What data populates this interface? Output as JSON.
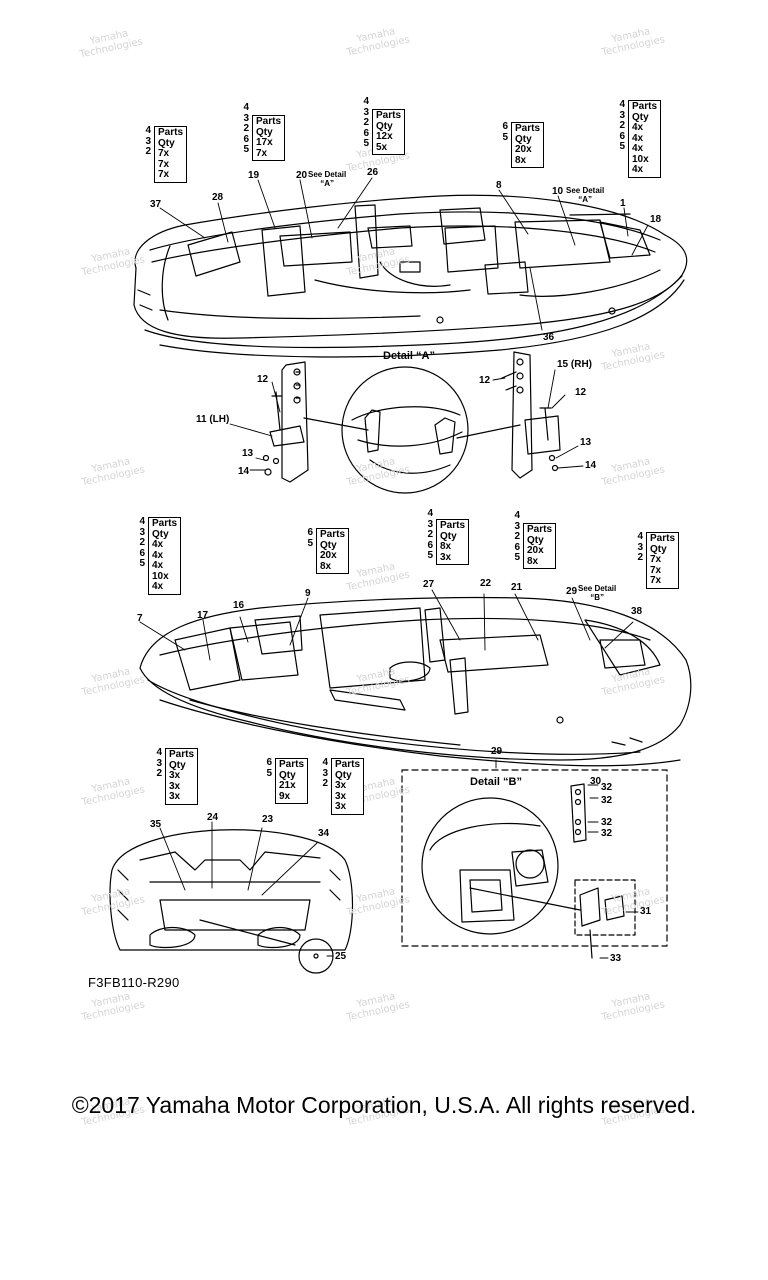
{
  "watermark": {
    "line1": "Yamaha",
    "line2": "Technologies"
  },
  "figure_code": "F3FB110-R290",
  "copyright": "©2017 Yamaha Motor Corporation, U.S.A. All rights reserved.",
  "detail_titles": {
    "a": "Detail “A”",
    "b": "Detail “B”"
  },
  "see_detail": {
    "a1": "See Detail\n“A”",
    "a2": "See Detail\n“A”",
    "b": "See Detail\n“B”"
  },
  "tables": [
    {
      "nums": [
        "",
        "",
        "4",
        "3",
        "2"
      ],
      "rows": [
        "Parts",
        "Qty",
        "7x",
        "7x",
        "7x"
      ]
    },
    {
      "nums": [
        "4",
        "3",
        "2",
        "6",
        "5"
      ],
      "rows": [
        "Parts",
        "Qty",
        "17x",
        "7x"
      ]
    },
    {
      "nums": [
        "4",
        "3",
        "2",
        "6",
        "5"
      ],
      "rows": [
        "Parts",
        "Qty",
        "12x",
        "5x"
      ]
    },
    {
      "nums": [
        "",
        "",
        "6",
        "5"
      ],
      "rows": [
        "Parts",
        "Qty",
        "20x",
        "8x"
      ]
    },
    {
      "nums": [
        "",
        "",
        "4",
        "3",
        "2",
        "6",
        "5"
      ],
      "rows": [
        "Parts",
        "Qty",
        "4x",
        "4x",
        "4x",
        "10x",
        "4x"
      ]
    },
    {
      "nums": [
        "",
        "",
        "4",
        "3",
        "2",
        "6",
        "5"
      ],
      "rows": [
        "Parts",
        "Qty",
        "4x",
        "4x",
        "4x",
        "10x",
        "4x"
      ]
    },
    {
      "nums": [
        "",
        "",
        "6",
        "5"
      ],
      "rows": [
        "Parts",
        "Qty",
        "20x",
        "8x"
      ]
    },
    {
      "nums": [
        "4",
        "3",
        "2",
        "6",
        "5"
      ],
      "rows": [
        "Parts",
        "Qty",
        "8x",
        "3x"
      ]
    },
    {
      "nums": [
        "4",
        "3",
        "2",
        "6",
        "5"
      ],
      "rows": [
        "Parts",
        "Qty",
        "20x",
        "8x"
      ]
    },
    {
      "nums": [
        "",
        "",
        "4",
        "3",
        "2"
      ],
      "rows": [
        "Parts",
        "Qty",
        "7x",
        "7x",
        "7x"
      ]
    },
    {
      "nums": [
        "",
        "",
        "4",
        "3",
        "2"
      ],
      "rows": [
        "Parts",
        "Qty",
        "3x",
        "3x",
        "3x"
      ]
    },
    {
      "nums": [
        "",
        "",
        "6",
        "5"
      ],
      "rows": [
        "Parts",
        "Qty",
        "21x",
        "9x"
      ]
    },
    {
      "nums": [
        "",
        "",
        "4",
        "3",
        "2"
      ],
      "rows": [
        "Parts",
        "Qty",
        "3x",
        "3x",
        "3x"
      ]
    }
  ],
  "part_numbers": [
    "37",
    "28",
    "19",
    "20",
    "26",
    "8",
    "10",
    "1",
    "18",
    "36",
    "12",
    "11 (LH)",
    "13",
    "14",
    "12",
    "15 (RH)",
    "12",
    "13",
    "14",
    "7",
    "17",
    "16",
    "9",
    "27",
    "22",
    "21",
    "29",
    "38",
    "35",
    "24",
    "23",
    "34",
    "25",
    "29",
    "30",
    "32",
    "32",
    "32",
    "32",
    "31",
    "33"
  ]
}
